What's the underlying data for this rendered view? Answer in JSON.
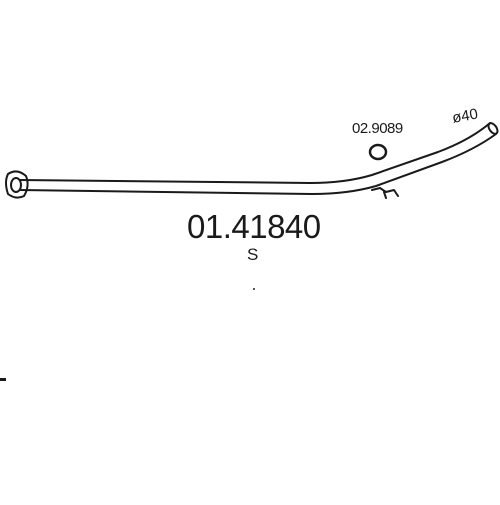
{
  "diagram": {
    "part_number": "01.41840",
    "suffix": "S",
    "gasket_part_number": "02.9089",
    "pipe_diameter": "ø40",
    "colors": {
      "line": "#1a1a1a",
      "background": "#ffffff"
    }
  }
}
